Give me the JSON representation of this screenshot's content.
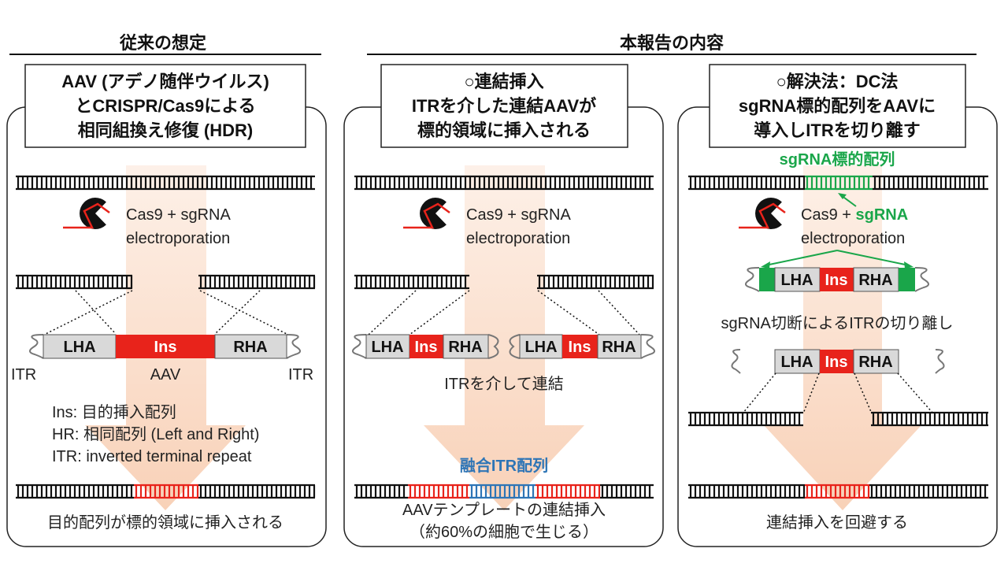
{
  "headers": {
    "left": "従来の想定",
    "right": "本報告の内容"
  },
  "panel1": {
    "title_lines": [
      "AAV (アデノ随伴ウイルス)",
      "とCRISPR/Cas9による",
      "相同組換え修復 (HDR)"
    ],
    "cas9_label": "Cas9 + sgRNA",
    "electroporation": "electroporation",
    "construct": {
      "lha": "LHA",
      "ins": "Ins",
      "rha": "RHA"
    },
    "itr_left": "ITR",
    "itr_right": "ITR",
    "aav_label": "AAV",
    "legend": [
      "Ins: 目的挿入配列",
      "HR: 相同配列 (Left and Right)",
      "ITR: inverted terminal repeat"
    ],
    "result": "目的配列が標的領域に挿入される"
  },
  "panel2": {
    "title_lines": [
      "○連結挿入",
      "ITRを介した連結AAVが",
      "標的領域に挿入される"
    ],
    "cas9_label": "Cas9 + sgRNA",
    "electroporation": "electroporation",
    "construct": {
      "lha": "LHA",
      "ins": "Ins",
      "rha": "RHA"
    },
    "link_label": "ITRを介して連結",
    "fused_itr_label": "融合ITR配列",
    "result_lines": [
      "AAVテンプレートの連結挿入",
      "（約60%の細胞で生じる）"
    ]
  },
  "panel3": {
    "title_lines": [
      "○解決法：DC法",
      "sgRNA標的配列をAAVに",
      "導入しITRを切り離す"
    ],
    "target_label": "sgRNA標的配列",
    "cas9_prefix": "Cas9 + ",
    "cas9_sgrna": "sgRNA",
    "electroporation": "electroporation",
    "construct": {
      "lha": "LHA",
      "ins": "Ins",
      "rha": "RHA"
    },
    "cut_label": "sgRNA切断によるITRの切り離し",
    "result": "連結挿入を回避する"
  },
  "colors": {
    "ins_red": "#e8231b",
    "arm_gray": "#d9d9d9",
    "green": "#1aa64a",
    "blue": "#2e75b6",
    "arrow": "#f8d2b8"
  }
}
